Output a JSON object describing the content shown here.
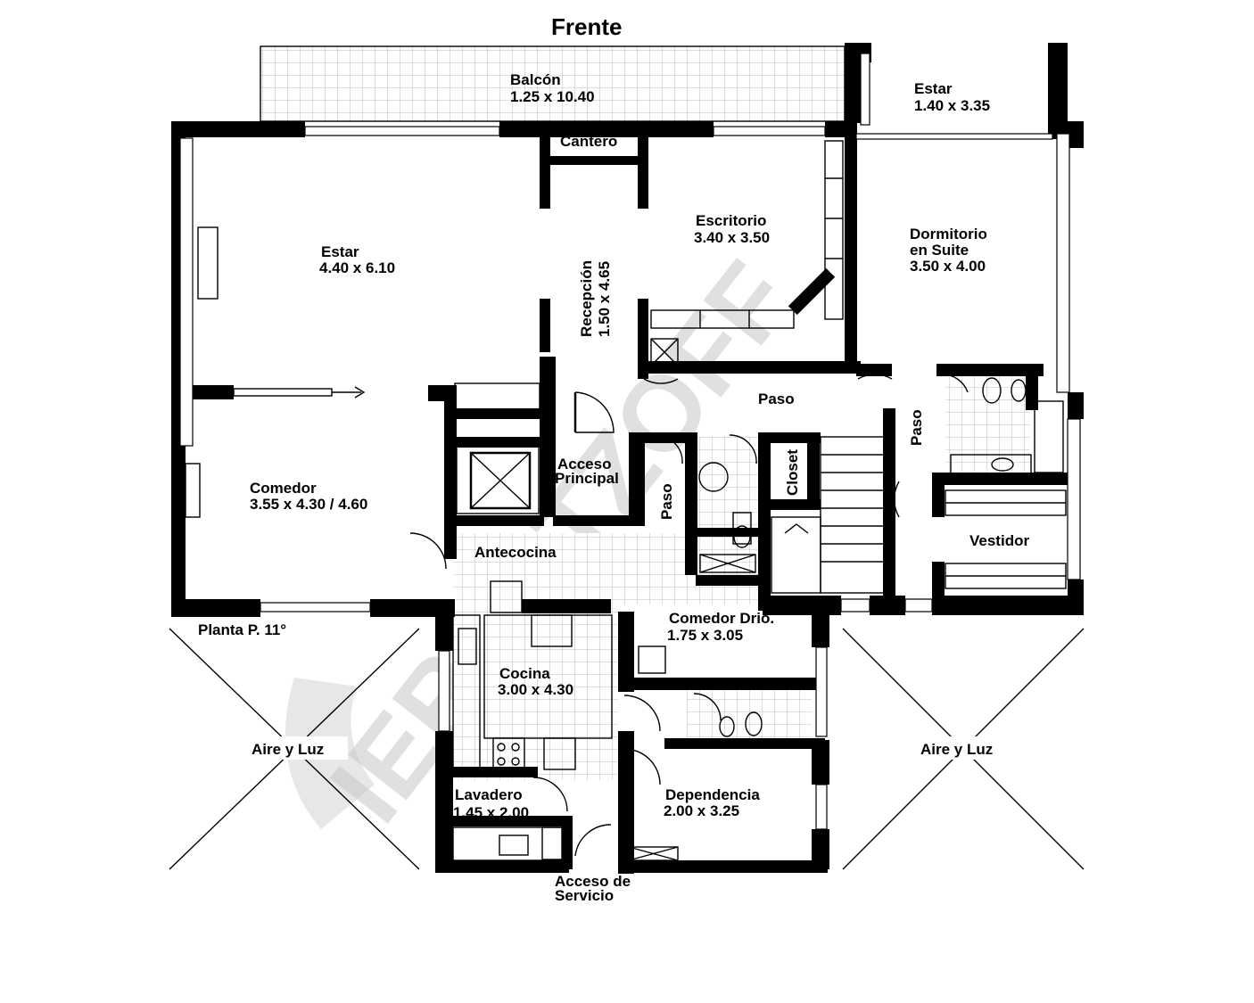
{
  "plan": {
    "title": "Frente",
    "floor_label": "Planta P. 11°",
    "watermark": "IERASTZOFF",
    "rooms": {
      "balcon": {
        "name": "Balcón",
        "size": "1.25 x 10.40"
      },
      "estar_small": {
        "name": "Estar",
        "size": "1.40 x 3.35"
      },
      "cantero": {
        "name": "Cantero"
      },
      "estar_main": {
        "name": "Estar",
        "size": "4.40 x 6.10"
      },
      "escritorio": {
        "name": "Escritorio",
        "size": "3.40 x 3.50"
      },
      "dormitorio": {
        "name": "Dormitorio",
        "name2": "en Suite",
        "size": "3.50 x 4.00"
      },
      "recepcion": {
        "name": "Recepción",
        "size": "1.50 x 4.65"
      },
      "paso_center": {
        "name": "Paso"
      },
      "paso_right": {
        "name": "Paso"
      },
      "paso_left": {
        "name": "Paso"
      },
      "acceso_principal": {
        "name": "Acceso",
        "name2": "Principal"
      },
      "closet": {
        "name": "Closet"
      },
      "comedor": {
        "name": "Comedor",
        "size": "3.55 x 4.30 / 4.60"
      },
      "antecocina": {
        "name": "Antecocina"
      },
      "vestidor": {
        "name": "Vestidor"
      },
      "comedor_diario": {
        "name": "Comedor Drio.",
        "size": "1.75 x 3.05"
      },
      "cocina": {
        "name": "Cocina",
        "size": "3.00 x 4.30"
      },
      "aire_luz_left": {
        "name": "Aire y Luz"
      },
      "aire_luz_right": {
        "name": "Aire y Luz"
      },
      "lavadero": {
        "name": "Lavadero",
        "size": "1.45 x 2.00"
      },
      "dependencia": {
        "name": "Dependencia",
        "size": "2.00 x 3.25"
      },
      "acceso_servicio": {
        "name": "Acceso de",
        "name2": "Servicio"
      }
    }
  }
}
